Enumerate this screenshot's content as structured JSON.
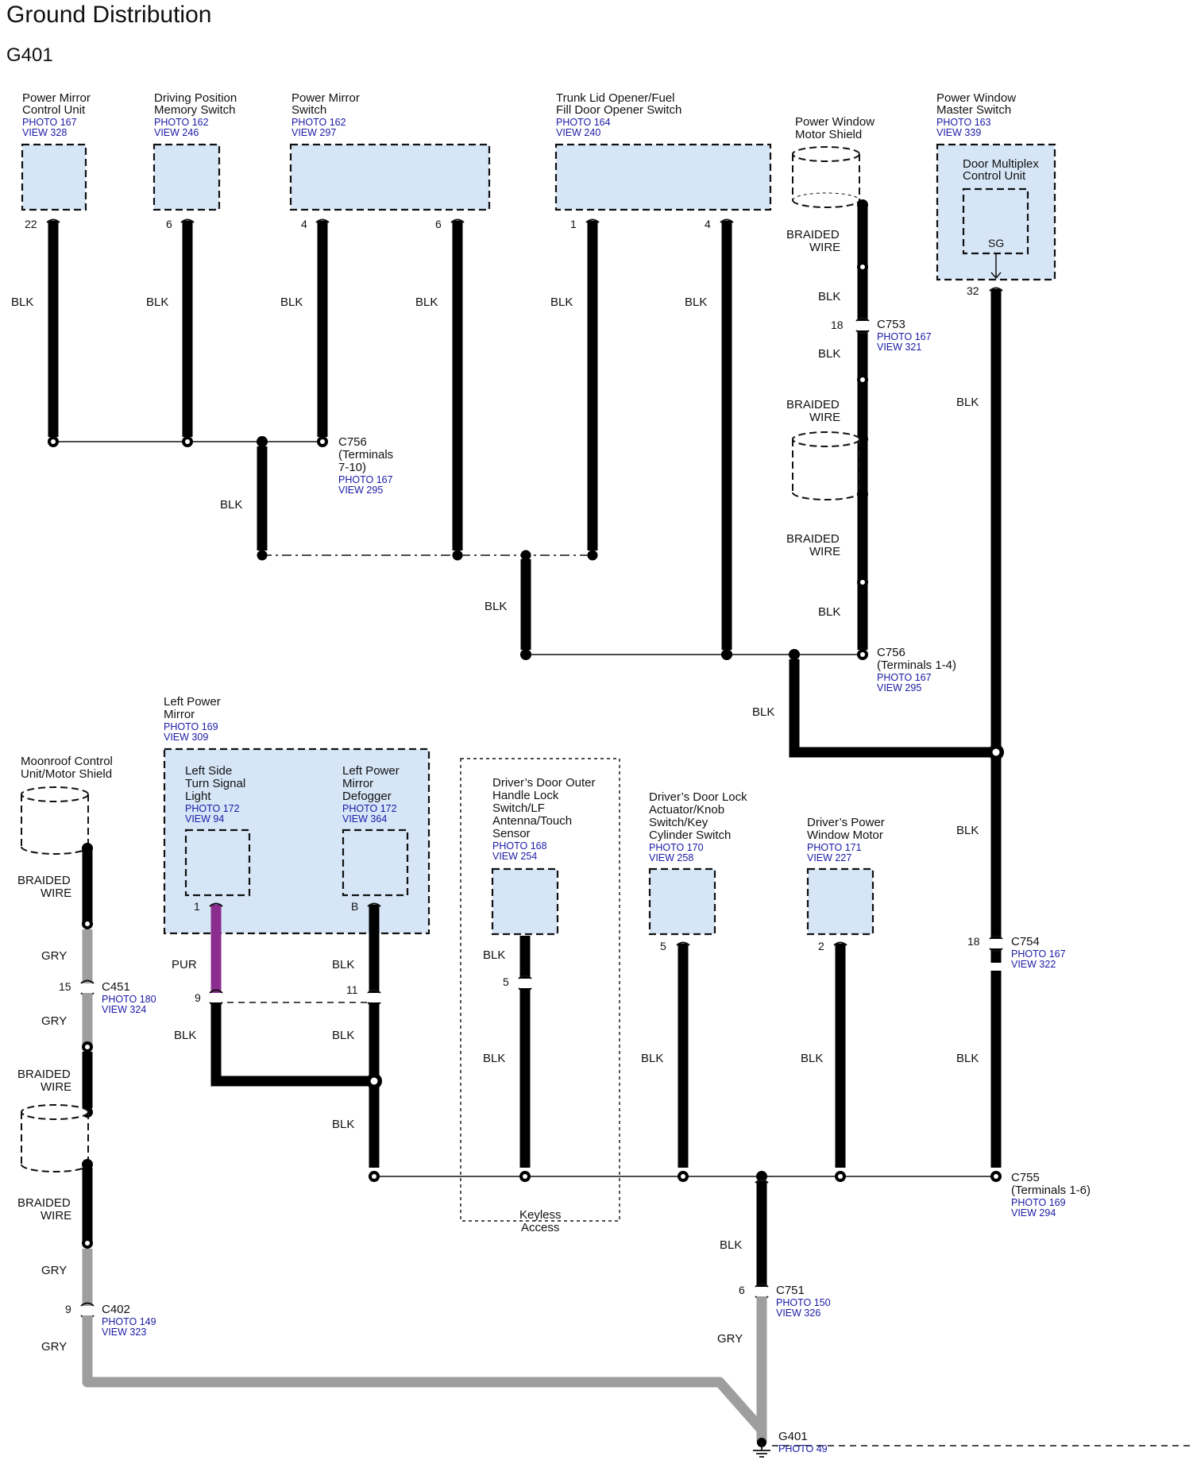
{
  "title": "Ground Distribution",
  "subtitle": "G401",
  "components": {
    "pm_cu": {
      "name1": "Power Mirror",
      "name2": "Control Unit",
      "photo": "PHOTO 167",
      "view": "VIEW 328",
      "pin": "22"
    },
    "dps": {
      "name1": "Driving Position",
      "name2": "Memory Switch",
      "photo": "PHOTO 162",
      "view": "VIEW 246",
      "pin": "6"
    },
    "pms": {
      "name1": "Power Mirror",
      "name2": "Switch",
      "photo": "PHOTO 162",
      "view": "VIEW 297",
      "pin_a": "4",
      "pin_b": "6"
    },
    "trunk": {
      "name1": "Trunk Lid Opener/Fuel",
      "name2": "Fill Door Opener Switch",
      "photo": "PHOTO 164",
      "view": "VIEW 240",
      "pin_a": "1",
      "pin_b": "4"
    },
    "pwms": {
      "name1": "Power Window",
      "name2": "Motor Shield"
    },
    "pwmast": {
      "name1": "Power Window",
      "name2": "Master Switch",
      "photo": "PHOTO 163",
      "view": "VIEW 339",
      "inner1": "Door Multiplex",
      "inner2": "Control Unit",
      "inner_pin": "SG",
      "pin": "32"
    },
    "lpm": {
      "name1": "Left Power",
      "name2": "Mirror",
      "photo": "PHOTO 169",
      "view": "VIEW 309"
    },
    "lstsl": {
      "l1": "Left Side",
      "l2": "Turn Signal",
      "l3": "Light",
      "photo": "PHOTO 172",
      "view": "VIEW 94",
      "pin": "1"
    },
    "lpmd": {
      "l1": "Left Power",
      "l2": "Mirror",
      "l3": "Defogger",
      "photo": "PHOTO 172",
      "view": "VIEW 364",
      "pin": "B"
    },
    "moon": {
      "name1": "Moonroof Control",
      "name2": "Unit/Motor Shield"
    },
    "ddoh": {
      "l1": "Driver’s Door Outer",
      "l2": "Handle Lock",
      "l3": "Switch/LF",
      "l4": "Antenna/Touch",
      "l5": "Sensor",
      "photo": "PHOTO 168",
      "view": "VIEW 254"
    },
    "ddla": {
      "l1": "Driver’s Door Lock",
      "l2": "Actuator/Knob",
      "l3": "Switch/Key",
      "l4": "Cylinder Switch",
      "photo": "PHOTO 170",
      "view": "VIEW 258",
      "pin": "5"
    },
    "dpwm": {
      "l1": "Driver’s Power",
      "l2": "Window Motor",
      "photo": "PHOTO 171",
      "view": "VIEW 227",
      "pin": "2"
    },
    "keyless": {
      "l1": "Keyless",
      "l2": "Access"
    }
  },
  "connectors": {
    "c756a": {
      "name": "C756",
      "l2": "(Terminals",
      "l3": "7-10)",
      "photo": "PHOTO 167",
      "view": "VIEW 295"
    },
    "c756b": {
      "name": "C756",
      "l2": "(Terminals 1-4)",
      "photo": "PHOTO 167",
      "view": "VIEW 295"
    },
    "c753": {
      "name": "C753",
      "pin": "18",
      "photo": "PHOTO 167",
      "view": "VIEW 321"
    },
    "c754": {
      "name": "C754",
      "pin": "18",
      "photo": "PHOTO 167",
      "view": "VIEW 322"
    },
    "c755": {
      "name": "C755",
      "l2": "(Terminals 1-6)",
      "photo": "PHOTO 169",
      "view": "VIEW 294"
    },
    "c751": {
      "name": "C751",
      "pin": "6",
      "photo": "PHOTO 150",
      "view": "VIEW 326"
    },
    "c451": {
      "name": "C451",
      "pin": "15",
      "photo": "PHOTO 180",
      "view": "VIEW 324"
    },
    "c402": {
      "name": "C402",
      "pin": "9",
      "photo": "PHOTO 149",
      "view": "VIEW 323"
    },
    "inline_pur": {
      "pin": "9"
    },
    "inline_def": {
      "pin": "11"
    },
    "keyless_inline": {
      "pin": "5"
    },
    "g401": {
      "name": "G401",
      "photo": "PHOTO 49"
    }
  },
  "wire_labels": {
    "blk": "BLK",
    "gry": "GRY",
    "pur": "PUR",
    "braided1": "BRAIDED",
    "braided2": "WIRE"
  },
  "colors": {
    "component_fill": "#d6e6f7",
    "blk": "#000000",
    "gry": "#9e9e9e",
    "pur": "#8b2c8f",
    "reference": "#1a1aa6"
  }
}
